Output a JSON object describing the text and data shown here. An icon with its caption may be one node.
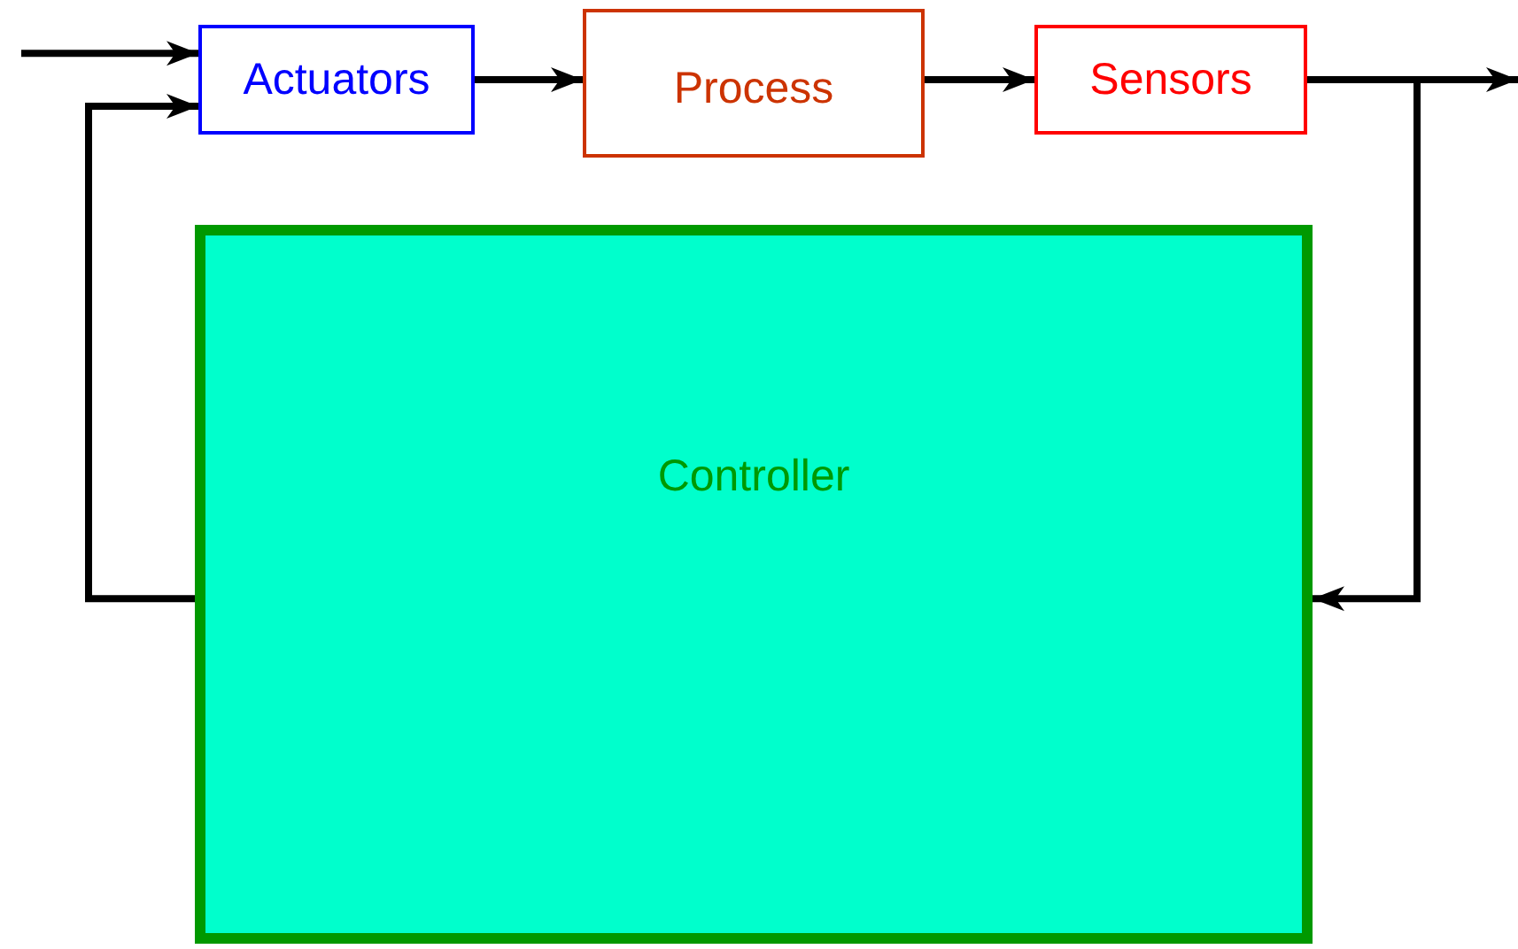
{
  "diagram": {
    "nodes": [
      {
        "text": [
          "Actuators"
        ]
      },
      {
        "text": [
          "Process"
        ]
      },
      {
        "text": [
          "Sensors"
        ]
      },
      {
        "text": [
          "Controller"
        ]
      }
    ],
    "edges": [
      {
        "from": null,
        "to": 0,
        "arrow": "to"
      },
      {
        "from": 0,
        "to": 1,
        "arrow": "to"
      },
      {
        "from": 1,
        "to": 2,
        "arrow": "to"
      },
      {
        "from": 2,
        "to": null,
        "arrow": "to"
      },
      {
        "from": 2,
        "to": 3,
        "arrow": "to"
      },
      {
        "from": 3,
        "to": 0,
        "arrow": "to"
      }
    ]
  }
}
